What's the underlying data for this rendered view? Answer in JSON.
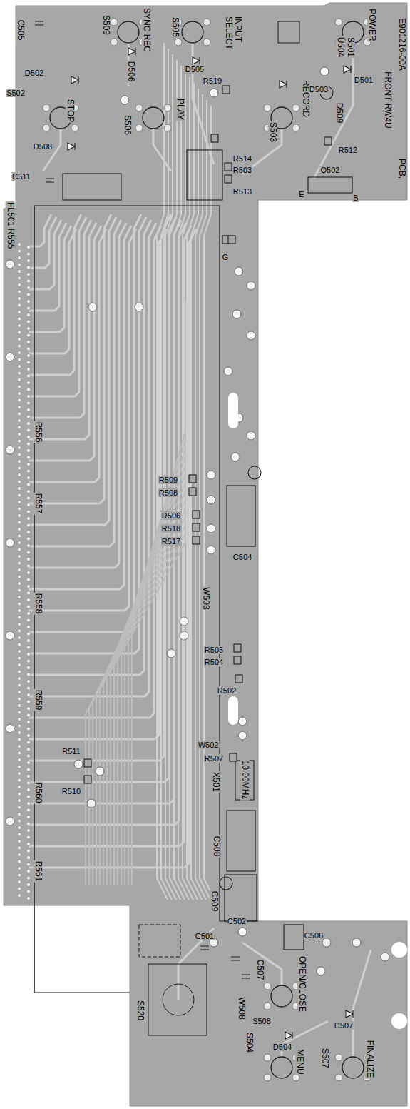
{
  "diagram": {
    "labels": [
      "E901216-00A",
      "PCB,",
      "FRONT RW4U",
      "POWER",
      "S501",
      "U504",
      "D501",
      "INPUT SELECT",
      "S505",
      "SYNC REC",
      "S509",
      "C505",
      "D502",
      "D506",
      "D505",
      "R519",
      "D503",
      "RECORD",
      "D509",
      "S502",
      "STOP",
      "S506",
      "PLAY",
      "S503",
      "R512",
      "D508",
      "C511",
      "R514",
      "R503",
      "R513",
      "Q502",
      "E",
      "B",
      "FL501",
      "R555",
      "G",
      "R556",
      "R557",
      "R558",
      "R559",
      "R560",
      "R561",
      "R509",
      "R508",
      "R506",
      "R518",
      "R517",
      "C504",
      "W503",
      "R505",
      "R504",
      "R502",
      "W502",
      "R507",
      "R511",
      "R510",
      "X501",
      "10.00MHz",
      "C508",
      "C509",
      "C506",
      "C502",
      "C501",
      "C507",
      "OPEN/CLOSE",
      "W508",
      "S520",
      "S508",
      "D504",
      "S504",
      "D507",
      "MENU",
      "S507",
      "FINALIZE"
    ]
  }
}
